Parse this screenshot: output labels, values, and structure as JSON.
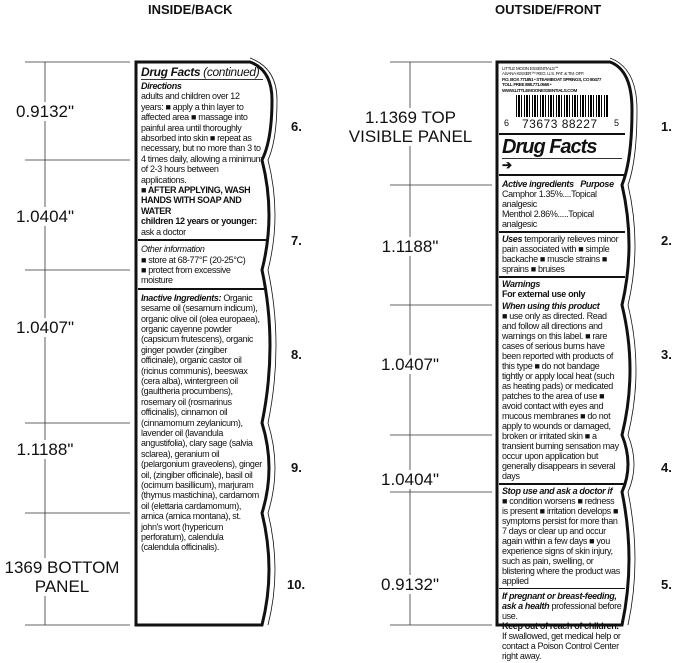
{
  "headers": {
    "left": "INSIDE/BACK",
    "right": "OUTSIDE/FRONT"
  },
  "left_dims": [
    "0.9132\"",
    "1.0404\"",
    "1.0407\"",
    "1.1188\"",
    "1369 BOTTOM PANEL"
  ],
  "right_dims": [
    "1.1369 TOP VISIBLE PANEL",
    "1.1188\"",
    "1.0407\"",
    "1.0404\"",
    "0.9132\""
  ],
  "left_nums": [
    "6.",
    "7.",
    "8.",
    "9.",
    "10."
  ],
  "right_nums": [
    "1.",
    "2.",
    "3.",
    "4.",
    "5."
  ],
  "back": {
    "title": "Drug Facts",
    "title_cont": "(continued)",
    "directions_h": "Directions",
    "directions": "adults and children over 12 years: ■ apply a thin layer to affected area ■ massage into painful area until thoroughly absorbed into skin ■ repeat as necessary, but no more than 3 to 4 times daily, allowing a minimum of 2-3 hours between applications.",
    "wash": "■ AFTER APPLYING, WASH HANDS WITH SOAP AND WATER",
    "children": "children 12 years or younger:",
    "ask": "ask a doctor",
    "other_h": "Other information",
    "other1": "■ store at 68-77°F (20-25°C)",
    "other2": "■ protect from excessive moisture",
    "inactive_h": "Inactive Ingredients:",
    "inactive": "Organic sesame oil (sesamum indicum), organic olive oil (olea europaea), organic cayenne powder (capsicum frutescens), organic ginger powder (zingiber officinale), organic castor oil (ricinus communis), beeswax (cera alba), wintergreen oil (gaultheria procumbens), rosemary oil (rosmarinus officinalis), cinnamon oil (cinnamomum zeylanicum), lavender oil (lavandula angustifolia), clary sage (salvia sclarea), geranium oil (pelargonium graveolens), ginger oil, (zingiber officinale), basil oil (ocimum basillicum), marjuram (thymus mastichina), cardamom oil (elettaria cardamomum), arnica (arnica montana), st. john's wort (hypericum perforatum), calendula (calendula officinalis)."
  },
  "front": {
    "company": [
      "LITTLE MOON ESSENTIALS℠",
      "ASANA KISSER™ REG. U.S. PAT. & TM. OFF.",
      "P.O. BOX 771851 • STEAMBOAT SPRINGS, CO 80477",
      "TOLL FREE 888.771.0665 •",
      "WWW.LITTLEMOONESSENTIALS.COM"
    ],
    "barcode": {
      "left": "6",
      "middle": "73673 88227",
      "right": "5"
    },
    "title": "Drug Facts",
    "arrow": "➔",
    "active_h": "Active ingredients",
    "purpose_h": "Purpose",
    "active1": "Camphor 1.35%....Topical analgesic",
    "active2": "Menthol 2.86%.....Topical analgesic",
    "uses_h": "Uses",
    "uses": "temporarily relieves minor pain associated with ■ simple backache ■ muscle strains ■ sprains ■ bruises",
    "warn_h": "Warnings",
    "warn_ext": "For external use only",
    "when_h": "When using this product",
    "when": "■ use only as directed. Read and follow all directions and warnings on this label. ■ rare cases of serious burns have been reported with products of this type ■ do not bandage tightly or apply local heat (such as heating pads) or medicated patches to the area of use ■ avoid contact with eyes and mucous membranes ■ do not apply to wounds or damaged, broken or irritated skin ■ a transient burning sensation may occur upon application but generally disappears in several days",
    "stop_h": "Stop use and ask a doctor if",
    "stop": "■ condition worsens ■ redness is present ■ irritation develops ■ symptoms persist for more than 7 days or clear up and occur again within a few days ■ you experience signs of skin injury, such as pain, swelling, or blistering where the product was applied",
    "preg_h": "If pregnant or breast-feeding, ask a health",
    "preg": "professional before use.",
    "keep": "Keep out of reach of children.",
    "swallow": "If swallowed, get medical help or contact a Poison Control Center right away."
  }
}
